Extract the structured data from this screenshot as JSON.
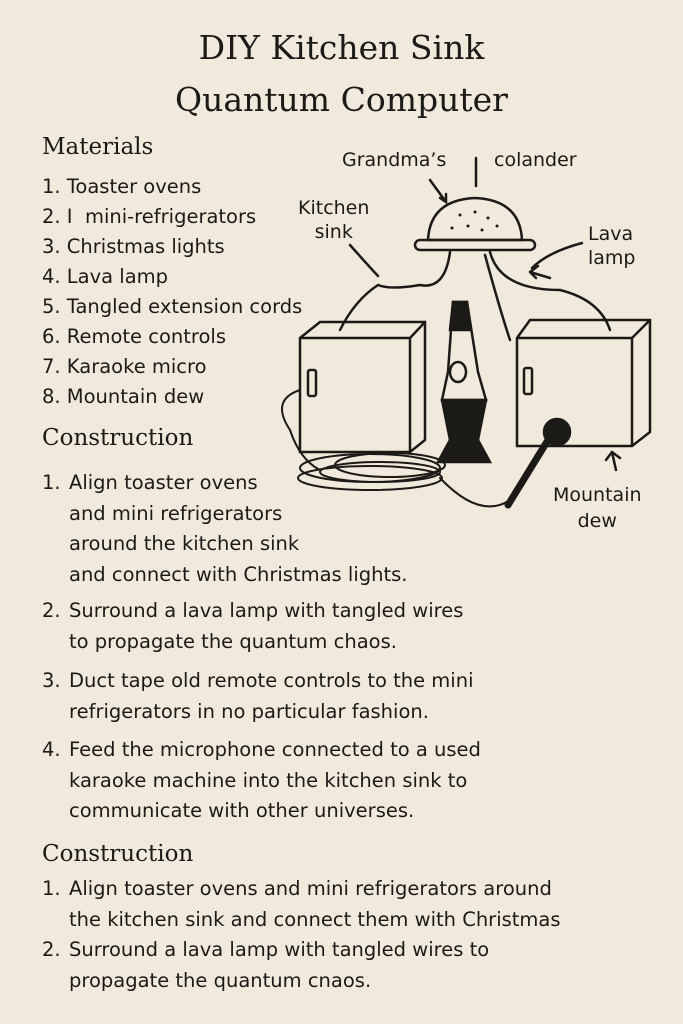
{
  "title": {
    "line1": "DIY Kitchen Sink",
    "line2": "Quantum Computer"
  },
  "materials": {
    "heading": "Materials",
    "items": [
      "1. Toaster ovens",
      "2. I  mini-refrigerators",
      "3. Christmas lights",
      "4. Lava lamp",
      "5. Tangled extension cords",
      "6. Remote controls",
      "7. Karaoke micro",
      "8. Mountain dew"
    ]
  },
  "illustration": {
    "labels": {
      "grandmas": "Grandma’s",
      "colander": "colander",
      "kitchen_sink": "Kitchen\nsink",
      "lava_lamp": "Lava\nlamp",
      "mountain_dew": "Mountain\ndew"
    }
  },
  "construction1": {
    "heading": "Construction",
    "steps": [
      {
        "n": "1.",
        "text": "Align toaster ovens\nand mini refrigerators\naround the kitchen sink\nand connect with Christmas lights."
      },
      {
        "n": "2.",
        "text": "Surround a lava lamp with tangled wires\nto propagate the quantum chaos."
      },
      {
        "n": "3.",
        "text": "Duct tape old remote controls to the mini\nrefrigerators in no particular fashion."
      },
      {
        "n": "4.",
        "text": "Feed the microphone connected to a used\nkaraoke machine into the kitchen sink to\ncommunicate with other universes."
      }
    ]
  },
  "construction2": {
    "heading": "Construction",
    "steps": [
      {
        "n": "1.",
        "text": "Align toaster ovens and mini refrigerators around\nthe kitchen sink and connect them with Christmas"
      },
      {
        "n": "2.",
        "text": "Surround a lava lamp with tangled wires to\npropagate the quantum cnaos."
      }
    ]
  }
}
